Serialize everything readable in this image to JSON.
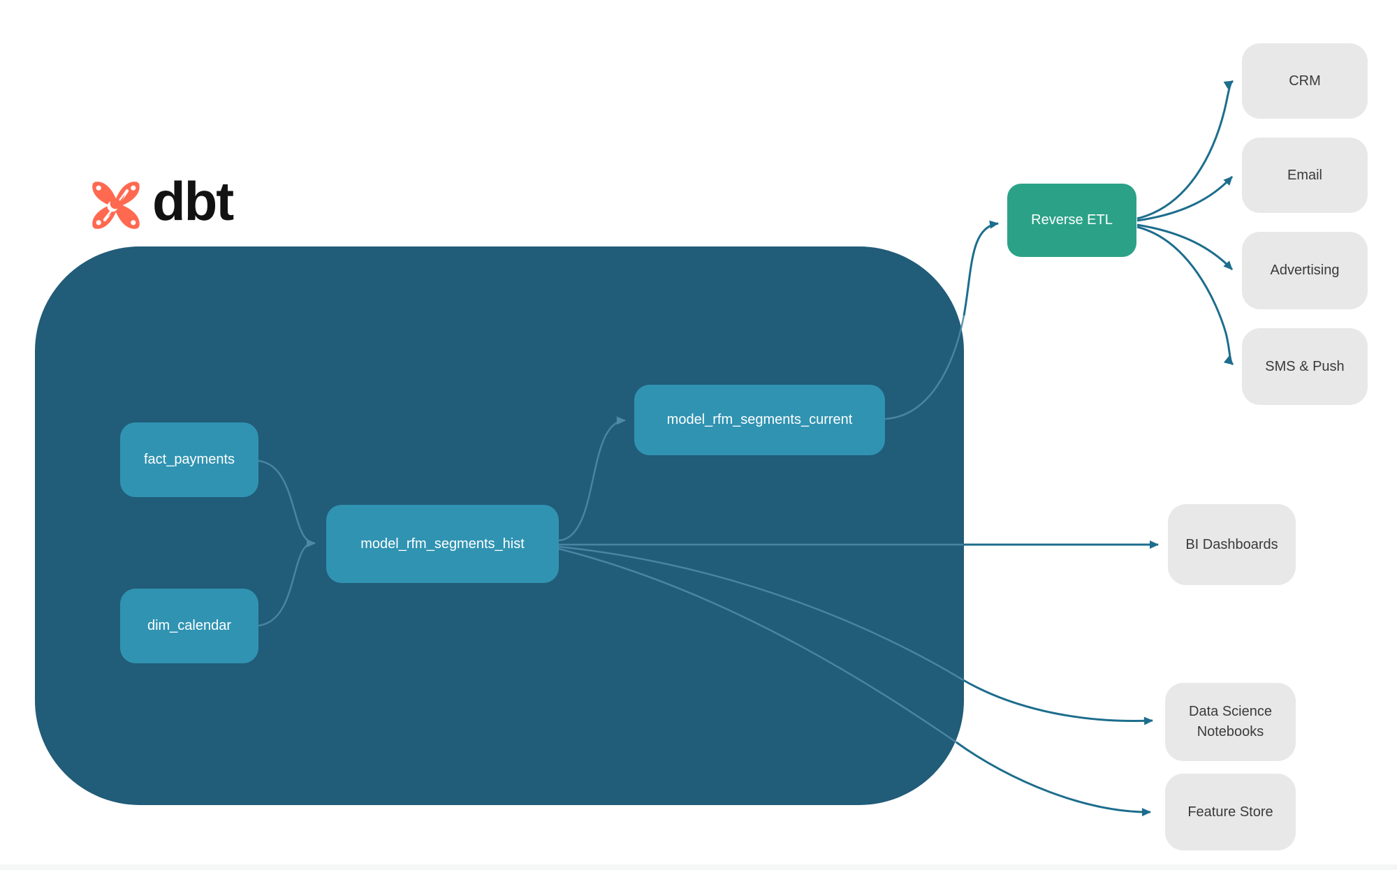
{
  "logo": {
    "text": "dbt"
  },
  "warehouse": {
    "nodes": [
      {
        "id": "fact_payments",
        "label": "fact_payments"
      },
      {
        "id": "dim_calendar",
        "label": "dim_calendar"
      },
      {
        "id": "model_rfm_segments_hist",
        "label": "model_rfm_segments_hist"
      },
      {
        "id": "model_rfm_segments_current",
        "label": "model_rfm_segments_current"
      }
    ]
  },
  "reverse_etl": {
    "label": "Reverse ETL"
  },
  "destinations": [
    {
      "id": "crm",
      "label": "CRM"
    },
    {
      "id": "email",
      "label": "Email"
    },
    {
      "id": "advertising",
      "label": "Advertising"
    },
    {
      "id": "sms_push",
      "label": "SMS & Push"
    },
    {
      "id": "bi_dashboards",
      "label": "BI Dashboards"
    },
    {
      "id": "data_science_notebooks",
      "label": "Data Science Notebooks"
    },
    {
      "id": "feature_store",
      "label": "Feature Store"
    }
  ],
  "edges": [
    {
      "from": "fact_payments",
      "to": "model_rfm_segments_hist"
    },
    {
      "from": "dim_calendar",
      "to": "model_rfm_segments_hist"
    },
    {
      "from": "model_rfm_segments_hist",
      "to": "model_rfm_segments_current"
    },
    {
      "from": "model_rfm_segments_hist",
      "to": "bi_dashboards"
    },
    {
      "from": "model_rfm_segments_hist",
      "to": "data_science_notebooks"
    },
    {
      "from": "model_rfm_segments_hist",
      "to": "feature_store"
    },
    {
      "from": "model_rfm_segments_current",
      "to": "reverse_etl"
    },
    {
      "from": "reverse_etl",
      "to": "crm"
    },
    {
      "from": "reverse_etl",
      "to": "email"
    },
    {
      "from": "reverse_etl",
      "to": "advertising"
    },
    {
      "from": "reverse_etl",
      "to": "sms_push"
    }
  ],
  "colors": {
    "warehouse_bg": "#215C78",
    "model_node": "#3093B2",
    "reverse_etl_node": "#2BA287",
    "destination_bg": "#E8E8E8",
    "destination_text": "#3A3A3A",
    "connector_dark": "#1D6D8D",
    "connector_light": "#4E8AA6",
    "logo_orange": "#FF6950",
    "logo_text": "#121212"
  }
}
